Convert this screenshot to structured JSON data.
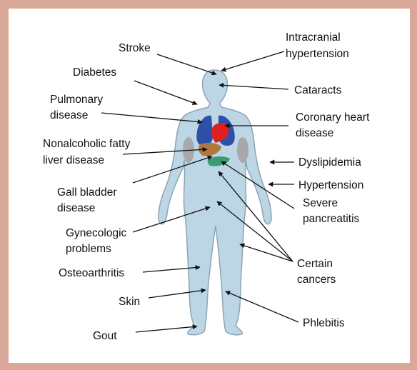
{
  "labels": {
    "stroke": "Stroke",
    "intracranial_1": "Intracranial",
    "intracranial_2": "hypertension",
    "diabetes": "Diabetes",
    "cataracts": "Cataracts",
    "pulmonary_1": "Pulmonary",
    "pulmonary_2": "disease",
    "coronary_1": "Coronary heart",
    "coronary_2": "disease",
    "nafld_1": "Nonalcoholic fatty",
    "nafld_2": "liver disease",
    "dyslipidemia": "Dyslipidemia",
    "gallbladder_1": "Gall bladder",
    "gallbladder_2": "disease",
    "hypertension": "Hypertension",
    "pancreatitis_1": "Severe",
    "pancreatitis_2": "pancreatitis",
    "gyneco_1": "Gynecologic",
    "gyneco_2": "problems",
    "osteoarthritis": "Osteoarthritis",
    "cancers_1": "Certain",
    "cancers_2": "cancers",
    "skin": "Skin",
    "phlebitis": "Phlebitis",
    "gout": "Gout"
  },
  "colors": {
    "border": "#d9a898",
    "body_fill": "#bcd6e6",
    "body_outline": "#8fa3b2",
    "lungs": "#2f4fa8",
    "heart": "#e02020",
    "liver": "#b07840",
    "pancreas": "#3d9a72",
    "kidneys": "#a8a8a8"
  }
}
